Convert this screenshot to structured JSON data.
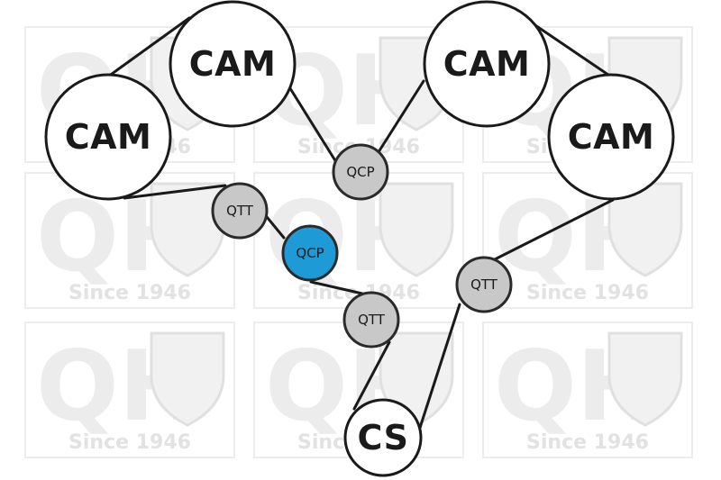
{
  "watermark": {
    "logo_text": "QH",
    "tagline": "Since 1946"
  },
  "pulleys": {
    "cam_top_left": "CAM",
    "cam_left": "CAM",
    "cam_top_right": "CAM",
    "cam_right": "CAM",
    "crankshaft": "CS",
    "tensioner_upper_left": "QTT",
    "tensioner_lower_mid": "QTT",
    "tensioner_right": "QTT",
    "idler_top_center": "QCP",
    "idler_highlighted": "QCP"
  },
  "colors": {
    "belt": "#1a1a1a",
    "cam_fill": "#ffffff",
    "small_pulley_fill": "#c8c8c8",
    "highlight_fill": "#1e9ad6",
    "watermark": "#ececec"
  }
}
